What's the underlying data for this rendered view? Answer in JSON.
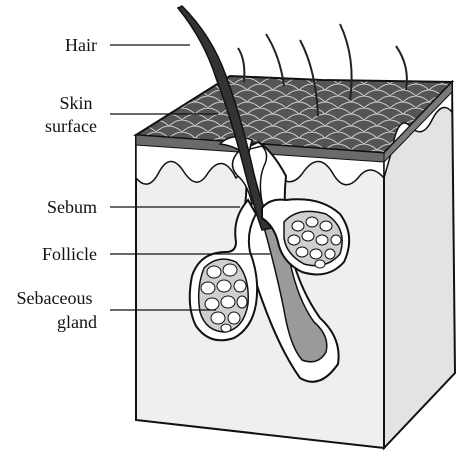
{
  "labels": {
    "hair": "Hair",
    "skin_surface": [
      "Skin",
      "surface"
    ],
    "sebum": "Sebum",
    "follicle": "Follicle",
    "sebaceous_gland": [
      "Sebaceous",
      "gland"
    ]
  },
  "colors": {
    "skin_top": "#555555",
    "skin_scale_lines": "#cfcfcf",
    "epidermis": "#ffffff",
    "dermis_front": "#efefef",
    "dermis_side": "#e3e3e3",
    "hair": "#333333",
    "gland_cells": "#ffffff",
    "outline": "#111111"
  }
}
